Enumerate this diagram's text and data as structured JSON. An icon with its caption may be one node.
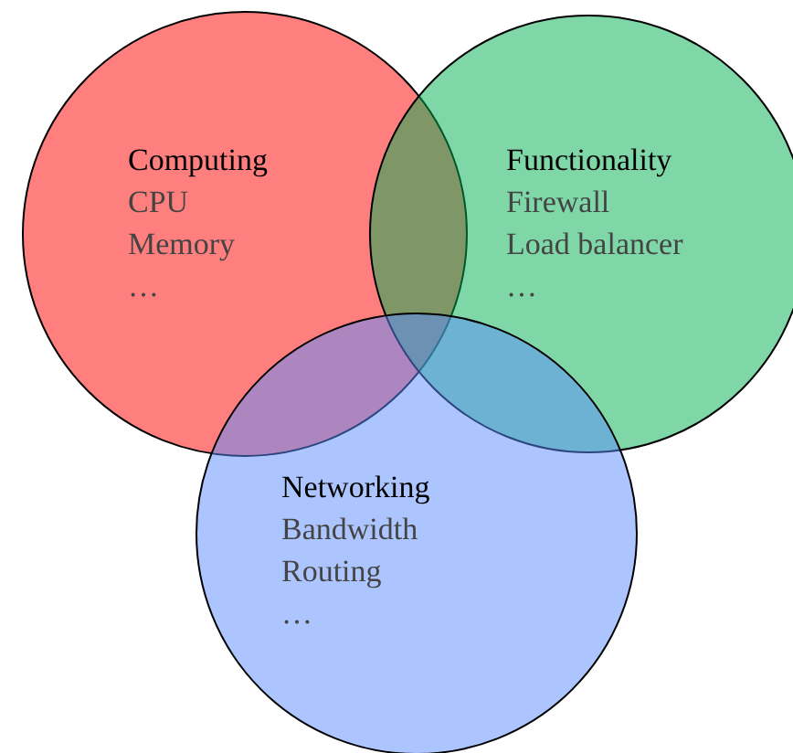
{
  "diagram": {
    "nodes": [
      {
        "text": [
          "Computing",
          "CPU",
          "Memory",
          "…"
        ]
      },
      {
        "text": [
          "Functionality",
          "Firewall",
          "Load balancer",
          "…"
        ]
      },
      {
        "text": [
          "Networking",
          "Bandwidth",
          "Routing",
          "…"
        ]
      }
    ],
    "edges": []
  }
}
